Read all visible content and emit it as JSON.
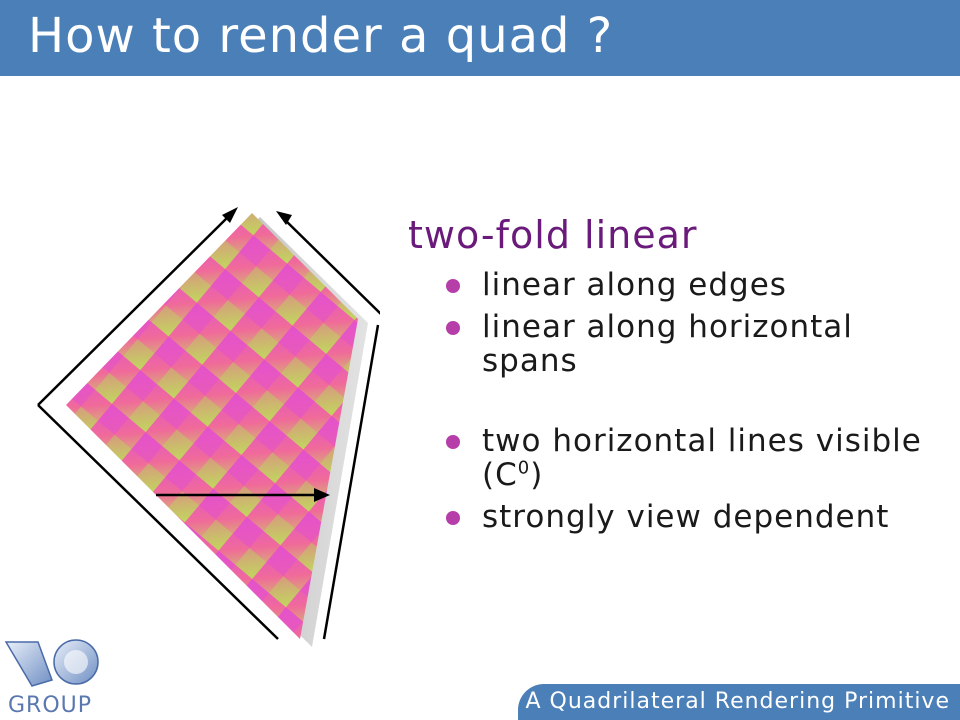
{
  "slide": {
    "title": "How to render a quad ?",
    "heading": "two-fold linear",
    "bullets": [
      "linear along edges",
      "linear along horizontal spans",
      "two horizontal lines visible (C",
      "strongly view dependent"
    ],
    "bullet_superscript": "0",
    "bullet_suffix": ")"
  },
  "logo": {
    "text": "GROUP"
  },
  "footer": {
    "text": "A Quadrilateral Rendering Primitive"
  },
  "colors": {
    "title_bar": "#4b7fb8",
    "heading": "#6a1a7a",
    "bullet": "#b53ea8",
    "quad_magenta": "#e455c9",
    "quad_pink": "#f06a9a",
    "quad_yellow": "#c8d860"
  }
}
